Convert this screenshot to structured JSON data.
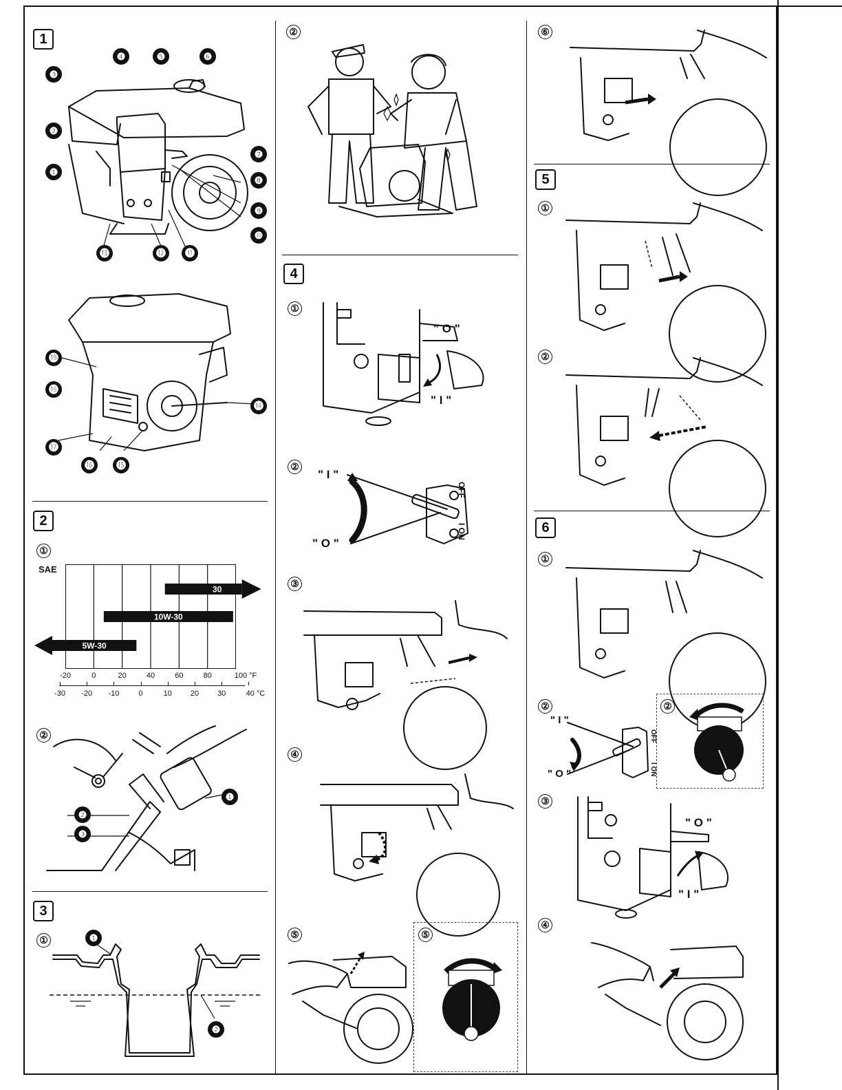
{
  "sections": {
    "s1": "1",
    "s2": "2",
    "s3": "3",
    "s4": "4",
    "s5": "5",
    "s6": "6"
  },
  "steps": {
    "c1": "①",
    "c2": "②",
    "c3": "③",
    "c4": "④",
    "c5": "⑤",
    "c6": "⑥"
  },
  "callouts": [
    "❶",
    "❷",
    "❸",
    "❹",
    "❺",
    "❻",
    "❼",
    "❽",
    "❾",
    "❿",
    "⓫",
    "⓬",
    "⓭",
    "⓮",
    "⓯",
    "⓰",
    "⓱",
    "⓲",
    "⓳"
  ],
  "positions": {
    "on": "\" I \"",
    "off": "\" O \""
  },
  "switch": {
    "off": "OFF",
    "on": "I ON",
    "on_short": "I"
  },
  "chart_data": {
    "type": "bar",
    "title": "SAE",
    "xlabel_f": "°F",
    "xlabel_c": "°C",
    "xlim_f": [
      -20,
      100
    ],
    "ticks_f": [
      "-20",
      "0",
      "20",
      "40",
      "60",
      "80",
      "100 °F"
    ],
    "ticks_c": [
      "-30",
      "-20",
      "-10",
      "0",
      "10",
      "20",
      "30",
      "40 °C"
    ],
    "series": [
      {
        "name": "30",
        "range_f": [
          50,
          110
        ],
        "arrow": "right"
      },
      {
        "name": "10W-30",
        "range_f": [
          7,
          98
        ],
        "arrow": "none"
      },
      {
        "name": "5W-30",
        "range_f": [
          -40,
          30
        ],
        "arrow": "left"
      }
    ]
  }
}
